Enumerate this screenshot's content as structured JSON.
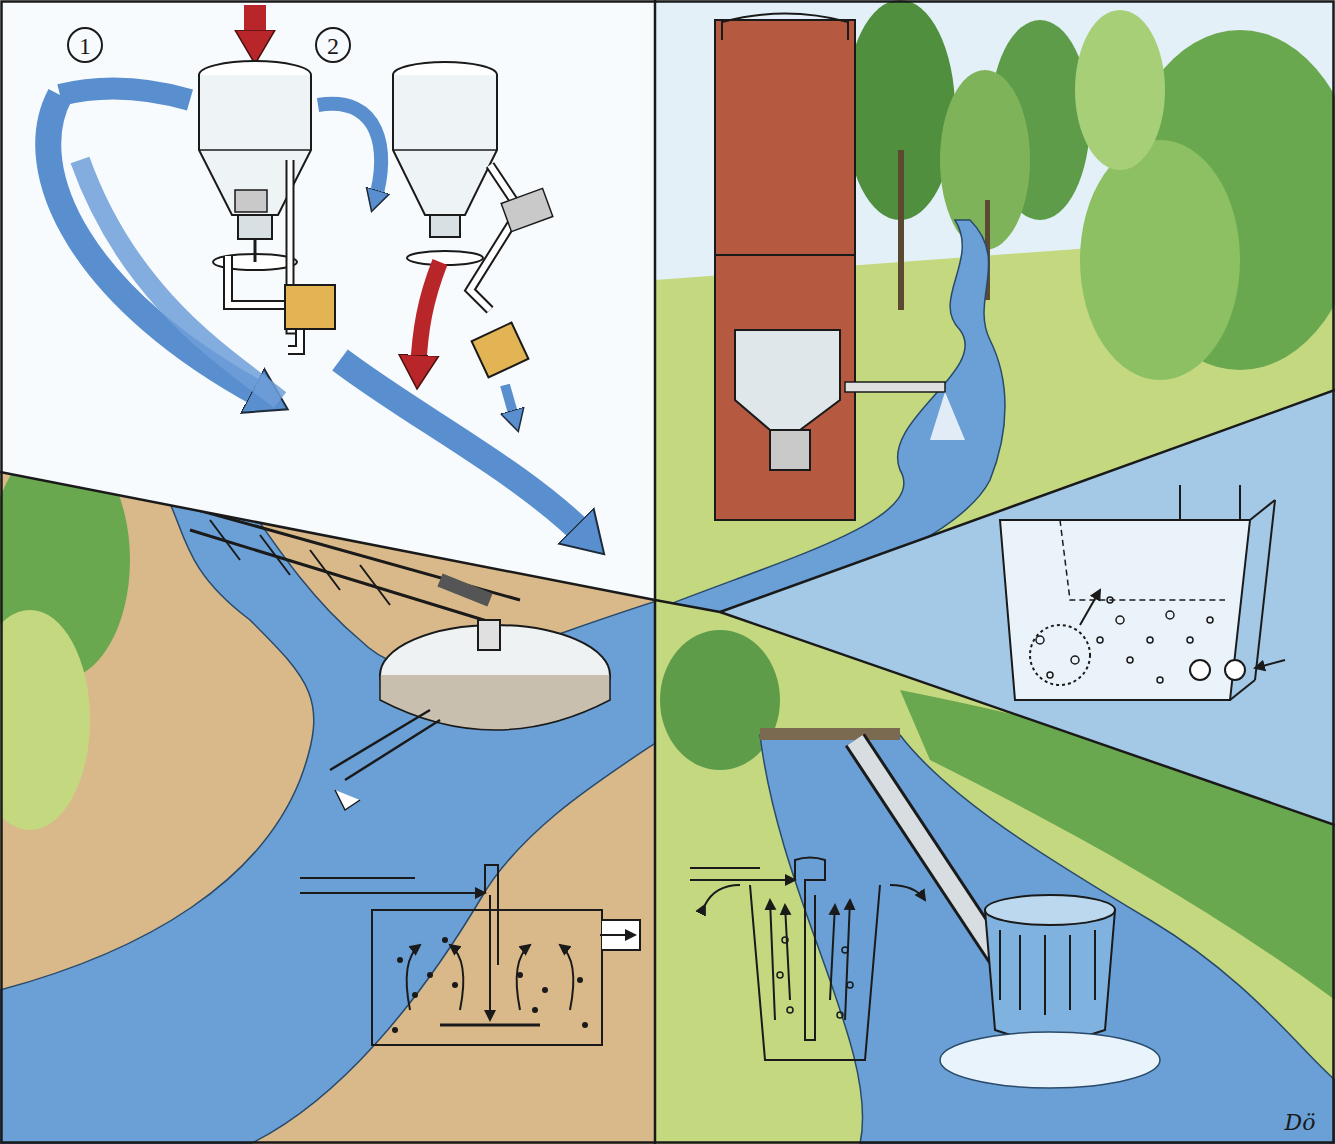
{
  "diagram": {
    "labels": [
      "1",
      "2",
      "Dö"
    ]
  }
}
